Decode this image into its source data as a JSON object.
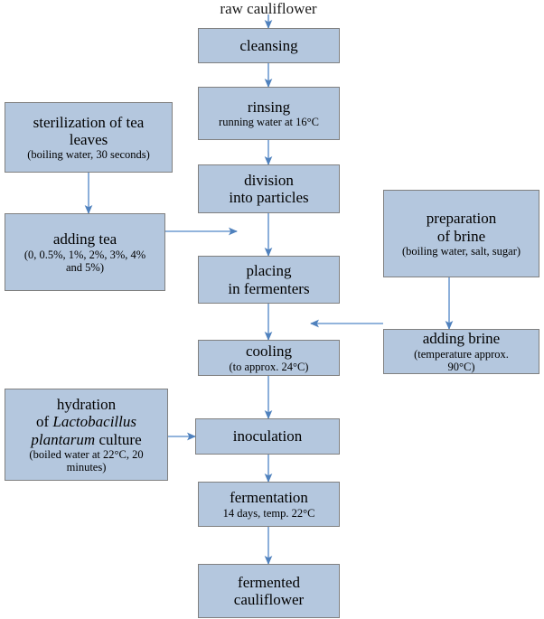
{
  "diagram": {
    "title_label": "raw cauliflower",
    "accent_box_fill": "#b4c7de",
    "accent_box_border": "#808080",
    "accent_arrow": "#4f81bd",
    "nodes": {
      "cleansing": {
        "main": "cleansing",
        "sub": ""
      },
      "rinsing": {
        "main": "rinsing",
        "sub": "running water at 16°C"
      },
      "division": {
        "main_line1": "division",
        "main_line2": "into particles"
      },
      "placing": {
        "main_line1": "placing",
        "main_line2": "in fermenters"
      },
      "cooling": {
        "main": "cooling",
        "sub": "(to approx. 24°C)"
      },
      "inoculation": {
        "main": "inoculation",
        "sub": ""
      },
      "fermentation": {
        "main": "fermentation",
        "sub": "14 days, temp. 22°C"
      },
      "fermented_cauliflower": {
        "main_line1": "fermented",
        "main_line2": "cauliflower"
      },
      "sterilization": {
        "main_line1": "sterilization of tea",
        "main_line2": "leaves",
        "sub": "(boiling water, 30 seconds)"
      },
      "adding_tea": {
        "main": "adding tea",
        "sub_line1": "(0, 0.5%, 1%, 2%, 3%, 4%",
        "sub_line2": "and 5%)"
      },
      "hydration": {
        "main_line1": "hydration",
        "main_line2_pre": "of ",
        "main_line2_italic": "Lactobacillus",
        "main_line3_italic": "plantarum",
        "main_line3_post": " culture",
        "sub_line1": "(boiled water at 22°C, 20",
        "sub_line2": "minutes)"
      },
      "preparation_brine": {
        "main_line1": "preparation",
        "main_line2": "of brine",
        "sub": "(boiling water, salt, sugar)"
      },
      "adding_brine": {
        "main": "adding brine",
        "sub_line1": "(temperature approx.",
        "sub_line2": "90°C)"
      }
    }
  }
}
